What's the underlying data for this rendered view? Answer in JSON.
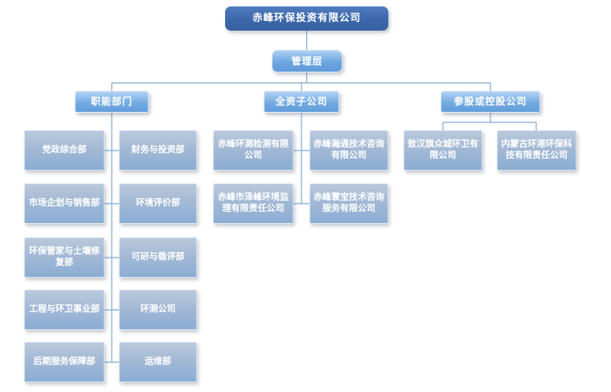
{
  "org": {
    "root": {
      "label": "赤峰环保投资有限公司"
    },
    "management": {
      "label": "管理层"
    },
    "branches": [
      {
        "label": "职能部门",
        "left": [
          "党政综合部",
          "市场企划与销售部",
          "环保管家与土壤修复部",
          "工程与环卫事业部",
          "后期服务保障部"
        ],
        "right": [
          "财务与投资部",
          "环境评价部",
          "可研与稳评部",
          "环测公司",
          "运维部"
        ]
      },
      {
        "label": "全资子公司",
        "left": [
          "赤峰环测检测有限公司",
          "赤峰市泽峰环境监理有限责任公司"
        ],
        "right": [
          "赤峰瀚通技术咨询有限公司",
          "赤峰寰宝技术咨询服务有限公司"
        ]
      },
      {
        "label": "参股或控股公司",
        "children": [
          "敖汉旗众城环卫有限公司",
          "内蒙古环港环保科技有限责任公司"
        ]
      }
    ]
  },
  "colors": {
    "root_box_top": "#517dbf",
    "root_box_bottom": "#38629f",
    "header_box_top": "#b2d2f4",
    "header_box_bottom": "#619dda",
    "dept_box_top": "#bac9dc",
    "dept_box_bottom": "#8badd3",
    "text": "#ffffff",
    "connector": "#7fa8d4",
    "background": "#ffffff"
  }
}
